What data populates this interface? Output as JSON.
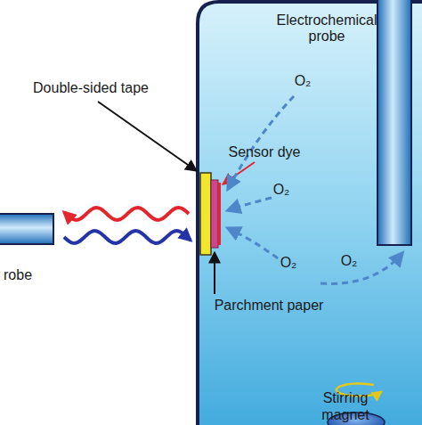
{
  "diagram": {
    "labels": [
      "Electrochemical probe",
      "Double-sided tape",
      "Sensor dye",
      "O₂",
      "O₂",
      "O₂",
      "O₂",
      "Parchment paper",
      "Stirring magnet",
      "robe"
    ]
  }
}
